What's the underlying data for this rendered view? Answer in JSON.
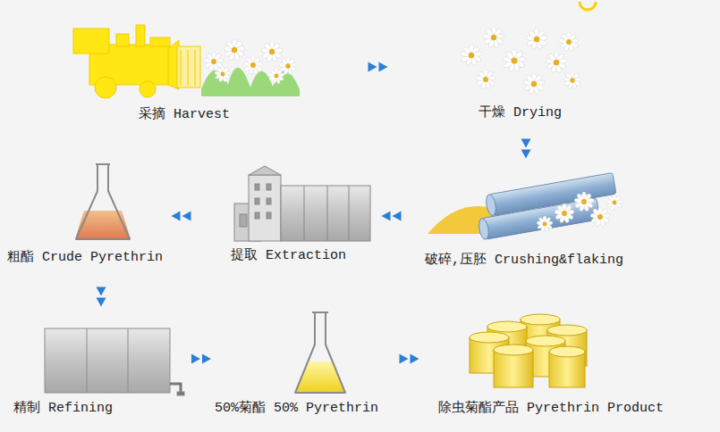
{
  "diagram": {
    "nodes": [
      {
        "text": [
          "采摘",
          "Harvest"
        ]
      },
      {
        "text": [
          "干燥",
          "Drying"
        ]
      },
      {
        "text": [
          "破碎,压胚",
          "Crushing&flaking"
        ]
      },
      {
        "text": [
          "提取",
          "Extraction"
        ]
      },
      {
        "text": [
          "粗酯",
          "Crude Pyrethrin"
        ]
      },
      {
        "text": [
          "精制",
          "Refining"
        ]
      },
      {
        "text": [
          "50%菊酯",
          "50% Pyrethrin"
        ]
      },
      {
        "text": [
          "除虫菊酯产品",
          "Pyrethrin Product"
        ]
      }
    ],
    "edges": [
      {
        "from": 0,
        "to": 1,
        "arrow": "to"
      },
      {
        "from": 1,
        "to": 2,
        "arrow": "to"
      },
      {
        "from": 2,
        "to": 3,
        "arrow": "to"
      },
      {
        "from": 3,
        "to": 4,
        "arrow": "to"
      },
      {
        "from": 4,
        "to": 5,
        "arrow": "to"
      },
      {
        "from": 5,
        "to": 6,
        "arrow": "to"
      },
      {
        "from": 6,
        "to": 7,
        "arrow": "to"
      }
    ]
  }
}
